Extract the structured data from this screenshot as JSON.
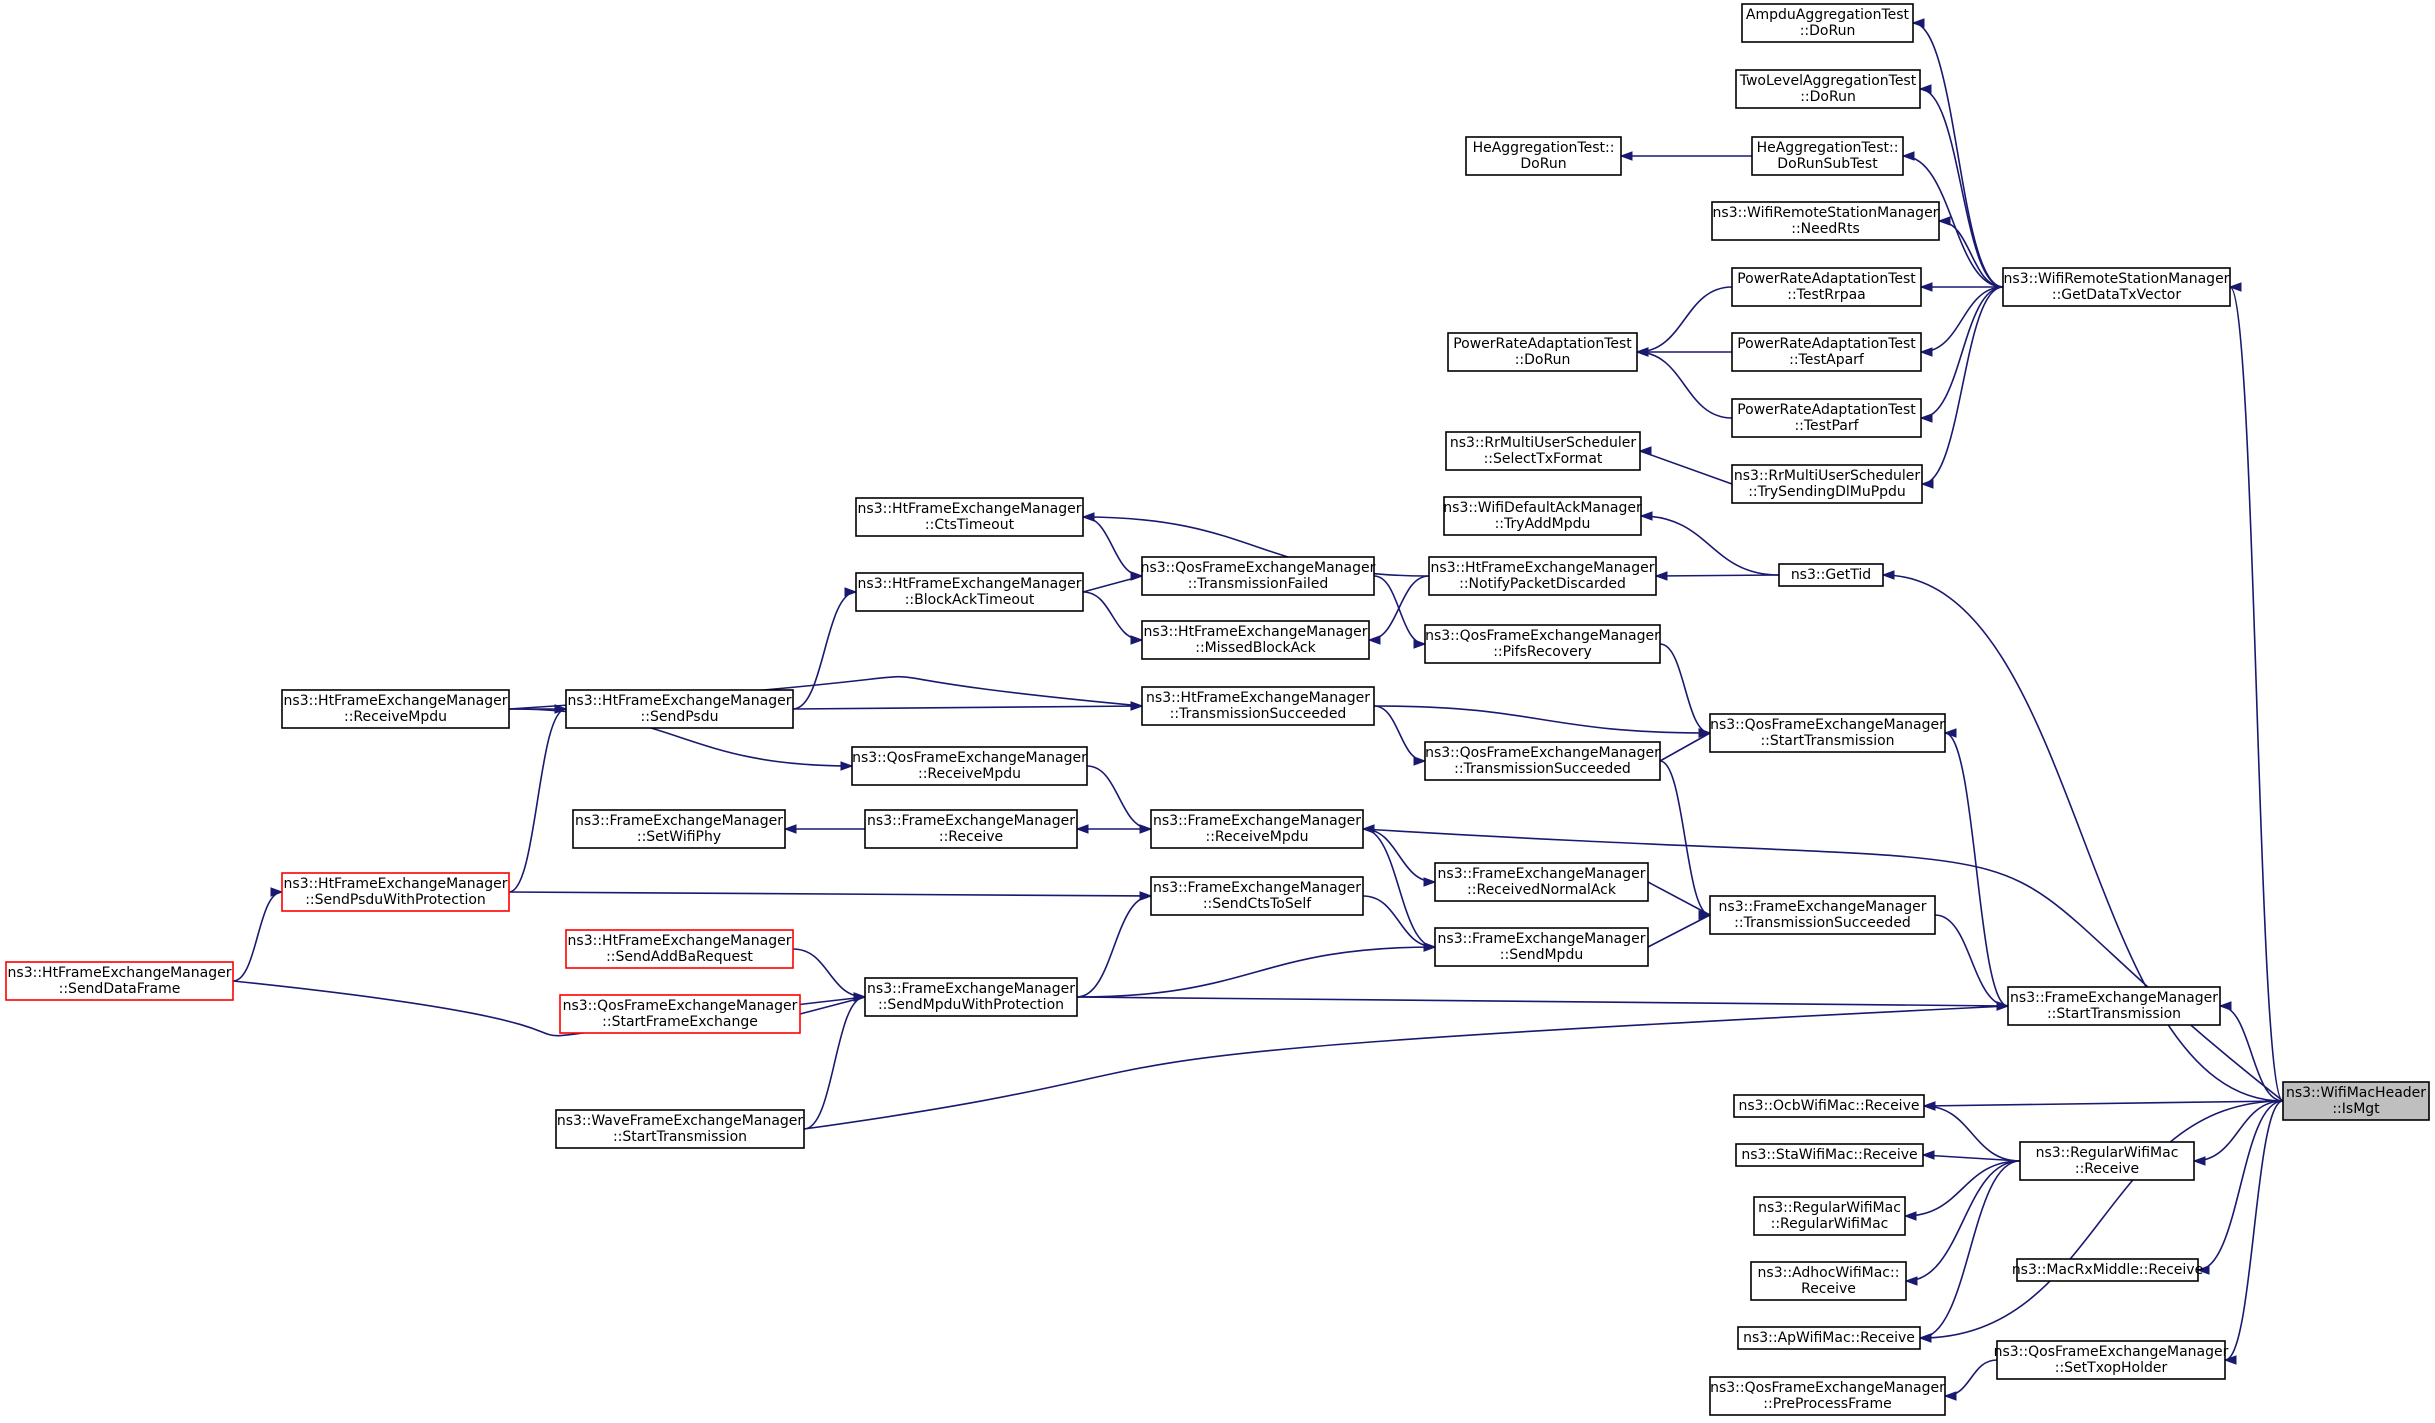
{
  "graph": {
    "nodes": [
      {
        "id": "target",
        "lines": [
          "ns3::WifiMacHeader",
          "::IsMgt"
        ],
        "style": "target"
      },
      {
        "id": "getDataTxVector",
        "lines": [
          "ns3::WifiRemoteStationManager",
          "::GetDataTxVector"
        ]
      },
      {
        "id": "ampduTest",
        "lines": [
          "AmpduAggregationTest",
          "::DoRun"
        ]
      },
      {
        "id": "twoLevelTest",
        "lines": [
          "TwoLevelAggregationTest",
          "::DoRun"
        ]
      },
      {
        "id": "heDoRun",
        "lines": [
          "HeAggregationTest::",
          "DoRun"
        ]
      },
      {
        "id": "heDoRunSub",
        "lines": [
          "HeAggregationTest::",
          "DoRunSubTest"
        ]
      },
      {
        "id": "needRts",
        "lines": [
          "ns3::WifiRemoteStationManager",
          "::NeedRts"
        ]
      },
      {
        "id": "testRrpaa",
        "lines": [
          "PowerRateAdaptationTest",
          "::TestRrpaa"
        ]
      },
      {
        "id": "praDoRun",
        "lines": [
          "PowerRateAdaptationTest",
          "::DoRun"
        ]
      },
      {
        "id": "testAparf",
        "lines": [
          "PowerRateAdaptationTest",
          "::TestAparf"
        ]
      },
      {
        "id": "testParf",
        "lines": [
          "PowerRateAdaptationTest",
          "::TestParf"
        ]
      },
      {
        "id": "selectTxFormat",
        "lines": [
          "ns3::RrMultiUserScheduler",
          "::SelectTxFormat"
        ]
      },
      {
        "id": "trySendingDl",
        "lines": [
          "ns3::RrMultiUserScheduler",
          "::TrySendingDlMuPpdu"
        ]
      },
      {
        "id": "tryAddMpdu",
        "lines": [
          "ns3::WifiDefaultAckManager",
          "::TryAddMpdu"
        ]
      },
      {
        "id": "getTid",
        "lines": [
          "ns3::GetTid"
        ]
      },
      {
        "id": "notifyDiscarded",
        "lines": [
          "ns3::HtFrameExchangeManager",
          "::NotifyPacketDiscarded"
        ]
      },
      {
        "id": "ctsTimeout",
        "lines": [
          "ns3::HtFrameExchangeManager",
          "::CtsTimeout"
        ]
      },
      {
        "id": "qosTxFailed",
        "lines": [
          "ns3::QosFrameExchangeManager",
          "::TransmissionFailed"
        ]
      },
      {
        "id": "blockAckTimeout",
        "lines": [
          "ns3::HtFrameExchangeManager",
          "::BlockAckTimeout"
        ]
      },
      {
        "id": "missedBlockAck",
        "lines": [
          "ns3::HtFrameExchangeManager",
          "::MissedBlockAck"
        ]
      },
      {
        "id": "pifsRecovery",
        "lines": [
          "ns3::QosFrameExchangeManager",
          "::PifsRecovery"
        ]
      },
      {
        "id": "htTxSucceeded",
        "lines": [
          "ns3::HtFrameExchangeManager",
          "::TransmissionSucceeded"
        ]
      },
      {
        "id": "htReceiveMpdu",
        "lines": [
          "ns3::HtFrameExchangeManager",
          "::ReceiveMpdu"
        ]
      },
      {
        "id": "sendPsdu",
        "lines": [
          "ns3::HtFrameExchangeManager",
          "::SendPsdu"
        ]
      },
      {
        "id": "qosStartTx",
        "lines": [
          "ns3::QosFrameExchangeManager",
          "::StartTransmission"
        ]
      },
      {
        "id": "qosTxSucceeded",
        "lines": [
          "ns3::QosFrameExchangeManager",
          "::TransmissionSucceeded"
        ]
      },
      {
        "id": "qosReceiveMpdu",
        "lines": [
          "ns3::QosFrameExchangeManager",
          "::ReceiveMpdu"
        ]
      },
      {
        "id": "setWifiPhy",
        "lines": [
          "ns3::FrameExchangeManager",
          "::SetWifiPhy"
        ]
      },
      {
        "id": "femReceive",
        "lines": [
          "ns3::FrameExchangeManager",
          "::Receive"
        ]
      },
      {
        "id": "femReceiveMpdu",
        "lines": [
          "ns3::FrameExchangeManager",
          "::ReceiveMpdu"
        ]
      },
      {
        "id": "receivedNormalAck",
        "lines": [
          "ns3::FrameExchangeManager",
          "::ReceivedNormalAck"
        ]
      },
      {
        "id": "femTxSucceeded",
        "lines": [
          "ns3::FrameExchangeManager",
          "::TransmissionSucceeded"
        ]
      },
      {
        "id": "sendPsduWithProt",
        "lines": [
          "ns3::HtFrameExchangeManager",
          "::SendPsduWithProtection"
        ],
        "style": "truncated"
      },
      {
        "id": "sendCtsToSelf",
        "lines": [
          "ns3::FrameExchangeManager",
          "::SendCtsToSelf"
        ]
      },
      {
        "id": "sendMpdu",
        "lines": [
          "ns3::FrameExchangeManager",
          "::SendMpdu"
        ]
      },
      {
        "id": "sendAddBa",
        "lines": [
          "ns3::HtFrameExchangeManager",
          "::SendAddBaRequest"
        ],
        "style": "truncated"
      },
      {
        "id": "sendDataFrame",
        "lines": [
          "ns3::HtFrameExchangeManager",
          "::SendDataFrame"
        ],
        "style": "truncated"
      },
      {
        "id": "qosStartFrameEx",
        "lines": [
          "ns3::QosFrameExchangeManager",
          "::StartFrameExchange"
        ],
        "style": "truncated"
      },
      {
        "id": "sendMpduWithProt",
        "lines": [
          "ns3::FrameExchangeManager",
          "::SendMpduWithProtection"
        ]
      },
      {
        "id": "femStartTx",
        "lines": [
          "ns3::FrameExchangeManager",
          "::StartTransmission"
        ]
      },
      {
        "id": "waveStartTx",
        "lines": [
          "ns3::WaveFrameExchangeManager",
          "::StartTransmission"
        ]
      },
      {
        "id": "ocbReceive",
        "lines": [
          "ns3::OcbWifiMac::Receive"
        ]
      },
      {
        "id": "staReceive",
        "lines": [
          "ns3::StaWifiMac::Receive"
        ]
      },
      {
        "id": "regularReceive",
        "lines": [
          "ns3::RegularWifiMac",
          "::Receive"
        ]
      },
      {
        "id": "regularCtor",
        "lines": [
          "ns3::RegularWifiMac",
          "::RegularWifiMac"
        ]
      },
      {
        "id": "adhocReceive",
        "lines": [
          "ns3::AdhocWifiMac::",
          "Receive"
        ]
      },
      {
        "id": "apReceive",
        "lines": [
          "ns3::ApWifiMac::Receive"
        ]
      },
      {
        "id": "macRxMiddle",
        "lines": [
          "ns3::MacRxMiddle::Receive"
        ]
      },
      {
        "id": "setTxopHolder",
        "lines": [
          "ns3::QosFrameExchangeManager",
          "::SetTxopHolder"
        ]
      },
      {
        "id": "preProcessFrame",
        "lines": [
          "ns3::QosFrameExchangeManager",
          "::PreProcessFrame"
        ]
      }
    ]
  }
}
